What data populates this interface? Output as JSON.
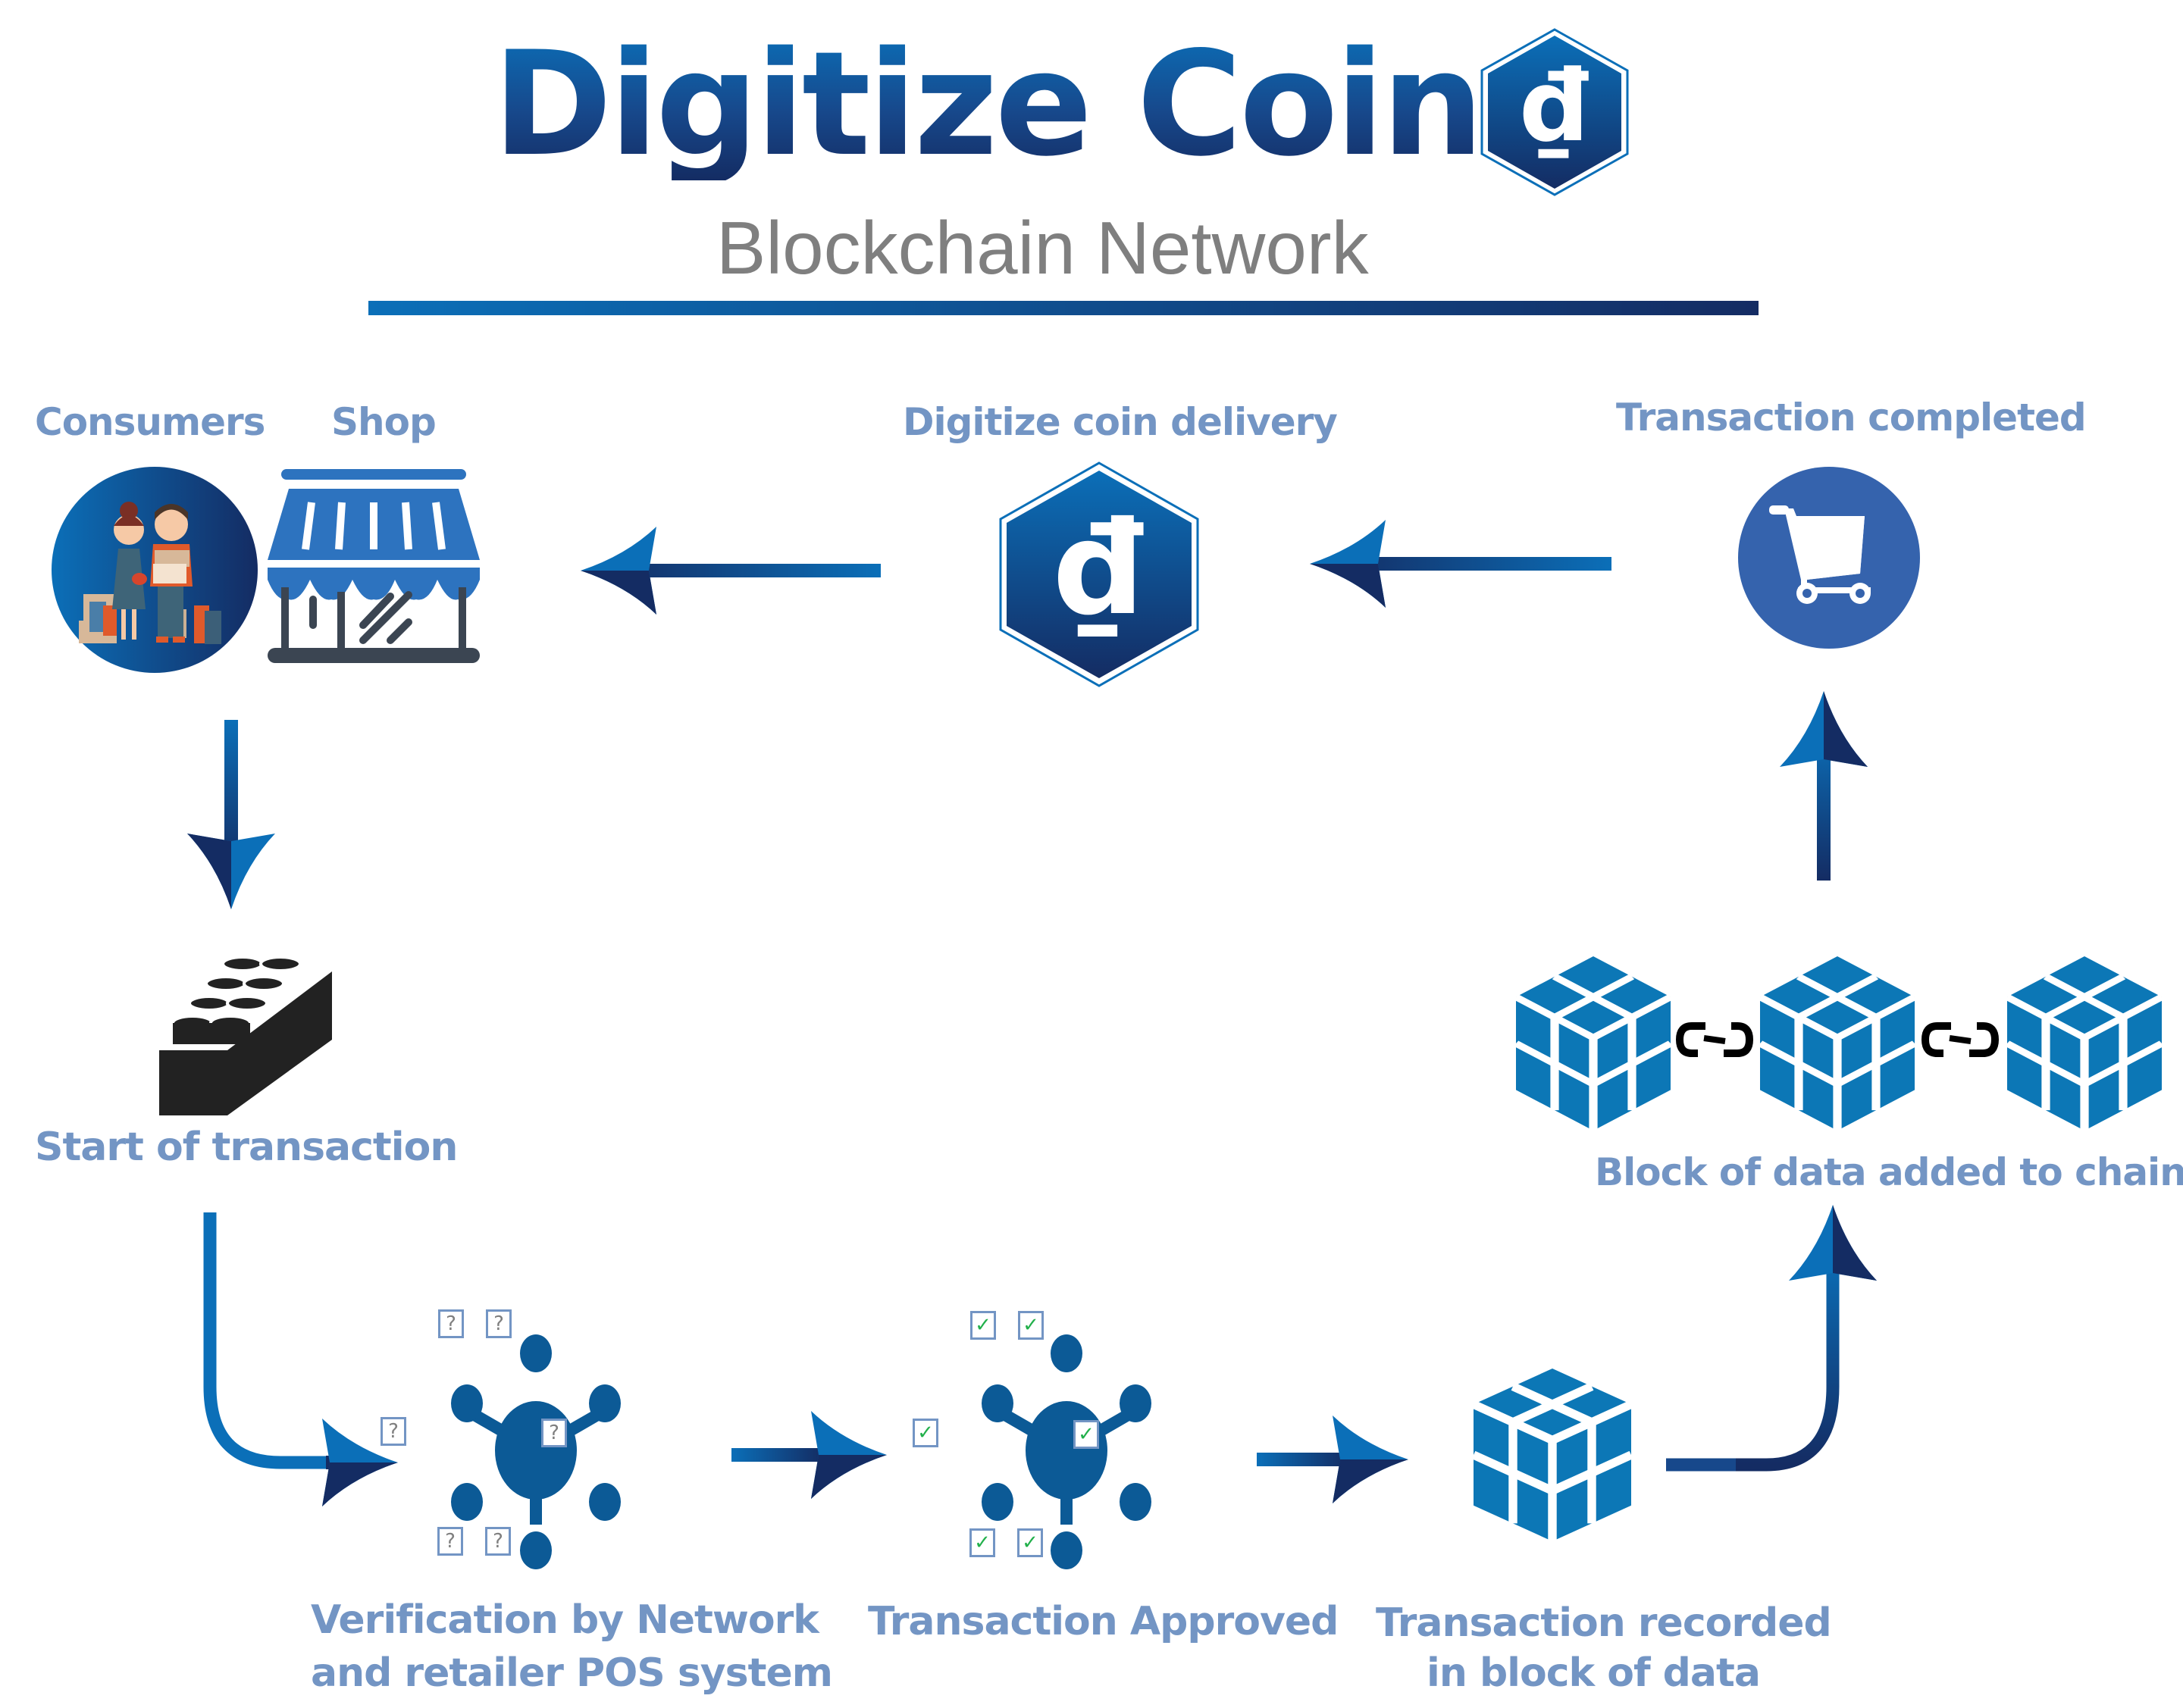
{
  "header": {
    "title": "Digitize Coin",
    "subtitle": "Blockchain Network",
    "logo_symbol": "₫"
  },
  "colors": {
    "label": "#7395c4",
    "brand_light": "#0b6fb8",
    "brand_dark": "#142c63",
    "cart_circle": "#3563ad",
    "cube": "#0c77b6",
    "network": "#0c5a96",
    "check": "#22b04b",
    "question": "#7f7f7f",
    "box_border": "#7395c4"
  },
  "steps": {
    "consumers": {
      "label": "Consumers",
      "icon": "consumers-illustration"
    },
    "shop": {
      "label": "Shop",
      "icon": "shop-icon"
    },
    "coin_delivery": {
      "label": "Digitize coin delivery",
      "icon": "coin-hexagon-icon",
      "symbol": "₫"
    },
    "completed": {
      "label": "Transaction completed",
      "icon": "shopping-cart-icon"
    },
    "start": {
      "label": "Start of transaction",
      "icon": "lego-brick-icon"
    },
    "chain": {
      "label": "Block of data added to chain",
      "icon": "block-chain-icon"
    },
    "verification": {
      "label_line1": "Verification by Network",
      "label_line2": "and retailer POS system",
      "icon": "network-node-icon",
      "marker": "?"
    },
    "approved": {
      "label": "Transaction Approved",
      "icon": "network-node-icon",
      "marker": "✓"
    },
    "recorded": {
      "label_line1": "Transaction recorded",
      "label_line2": "in block of data",
      "icon": "data-cube-icon"
    }
  }
}
